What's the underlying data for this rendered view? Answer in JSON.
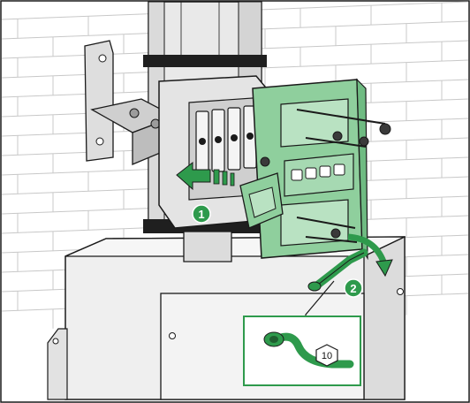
{
  "steps": [
    {
      "number": "1"
    },
    {
      "number": "2"
    }
  ],
  "callout": {
    "wrench_size": "10"
  },
  "colors": {
    "accent_green": "#2e9a4c",
    "green_fill": "#8fcf9d",
    "light_green": "#b9e2c2",
    "wall_line": "#c8c8c8",
    "metal_light": "#ececec",
    "metal_mid": "#d2d2d2",
    "outline": "#1a1a1a"
  },
  "icons": [
    "insert-arrow-icon",
    "rotate-arrow-icon",
    "hex-key-icon"
  ]
}
